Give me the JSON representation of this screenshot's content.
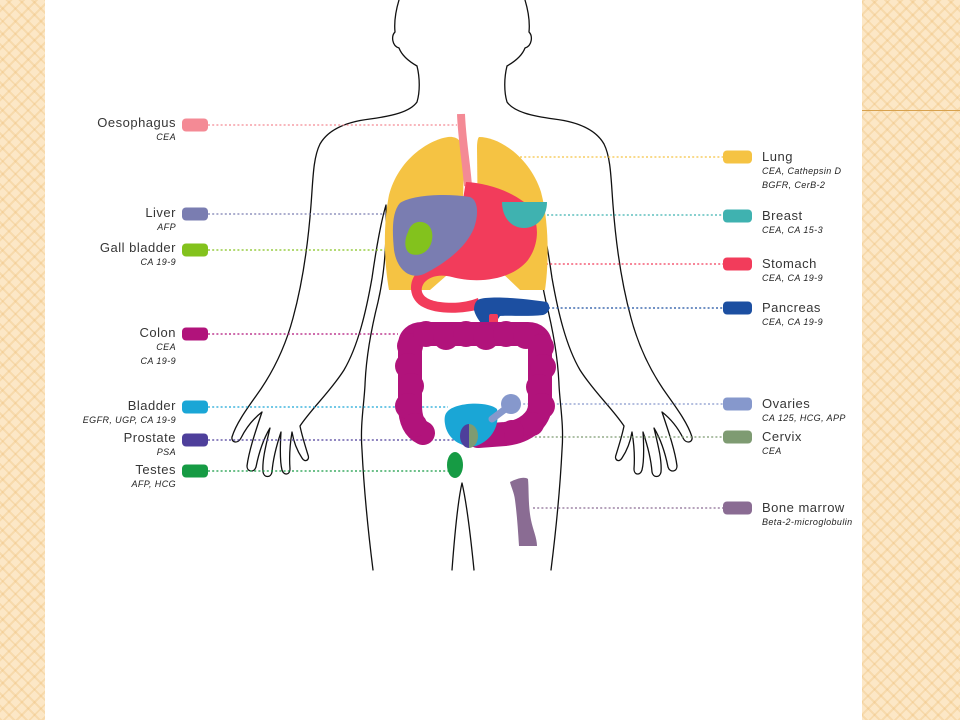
{
  "left_labels": [
    {
      "name": "Oesophagus",
      "markers": [
        "CEA"
      ],
      "color": "#f48a95"
    },
    {
      "name": "Liver",
      "markers": [
        "AFP"
      ],
      "color": "#7a7db1"
    },
    {
      "name": "Gall bladder",
      "markers": [
        "CA 19-9"
      ],
      "color": "#83c21d"
    },
    {
      "name": "Colon",
      "markers": [
        "CEA",
        "CA 19-9"
      ],
      "color": "#b1137b"
    },
    {
      "name": "Bladder",
      "markers": [
        "EGFR, UGP, CA 19-9"
      ],
      "color": "#1aa6d6"
    },
    {
      "name": "Prostate",
      "markers": [
        "PSA"
      ],
      "color": "#4e3f9b"
    },
    {
      "name": "Testes",
      "markers": [
        "AFP, HCG"
      ],
      "color": "#169b44"
    }
  ],
  "right_labels": [
    {
      "name": "Lung",
      "markers": [
        "CEA, Cathepsin D",
        "BGFR, CerB-2"
      ],
      "color": "#f5c343"
    },
    {
      "name": "Breast",
      "markers": [
        "CEA, CA 15-3"
      ],
      "color": "#3fb2b0"
    },
    {
      "name": "Stomach",
      "markers": [
        "CEA, CA 19-9"
      ],
      "color": "#f23c5b"
    },
    {
      "name": "Pancreas",
      "markers": [
        "CEA, CA 19-9"
      ],
      "color": "#1c4fa1"
    },
    {
      "name": "Ovaries",
      "markers": [
        "CA 125, HCG, APP"
      ],
      "color": "#8698cc"
    },
    {
      "name": "Cervix",
      "markers": [
        "CEA"
      ],
      "color": "#7e9b72"
    },
    {
      "name": "Bone marrow",
      "markers": [
        "Beta-2-microglobulin"
      ],
      "color": "#8a6c93"
    }
  ],
  "theme": {
    "outline": "#111111"
  }
}
